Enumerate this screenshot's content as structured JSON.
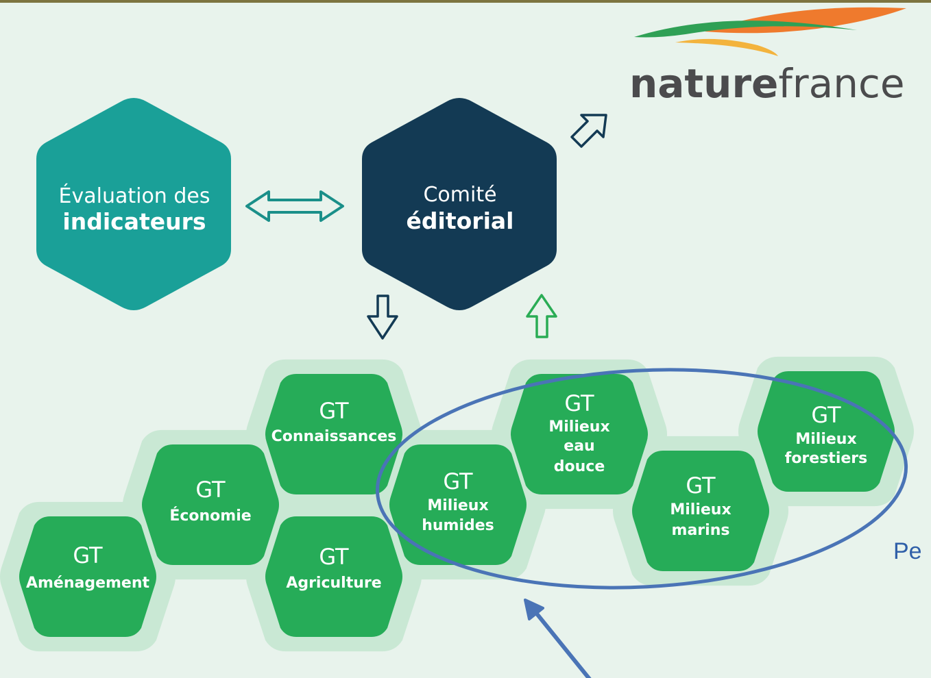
{
  "colors": {
    "background": "#e8f3ec",
    "halo": "#c9e8d4",
    "gt_green": "#26ac58",
    "teal": "#1aa098",
    "navy": "#133a54",
    "annotation_blue": "#4a74b6",
    "up_arrow_green": "#2aac55"
  },
  "logo": {
    "bold": "nature",
    "light": "france"
  },
  "evaluation": {
    "line1": "Évaluation des",
    "line2": "indicateurs"
  },
  "comite": {
    "line1": "Comité",
    "line2": "éditorial"
  },
  "gt_prefix": "GT",
  "groups": {
    "amenagement": {
      "line1": "Aménagement"
    },
    "economie": {
      "line1": "Économie"
    },
    "agriculture": {
      "line1": "Agriculture"
    },
    "connaissances": {
      "line1": "Connaissances"
    },
    "humides": {
      "line1": "Milieux",
      "line2": "humides"
    },
    "eau_douce": {
      "line1": "Milieux",
      "line2": "eau",
      "line3": "douce"
    },
    "marins": {
      "line1": "Milieux",
      "line2": "marins"
    },
    "forestiers": {
      "line1": "Milieux",
      "line2": "forestiers"
    }
  },
  "cut_text": "Pe",
  "icons": [
    "double-arrow-icon",
    "external-arrow-icon",
    "down-arrow-icon",
    "up-arrow-icon"
  ]
}
